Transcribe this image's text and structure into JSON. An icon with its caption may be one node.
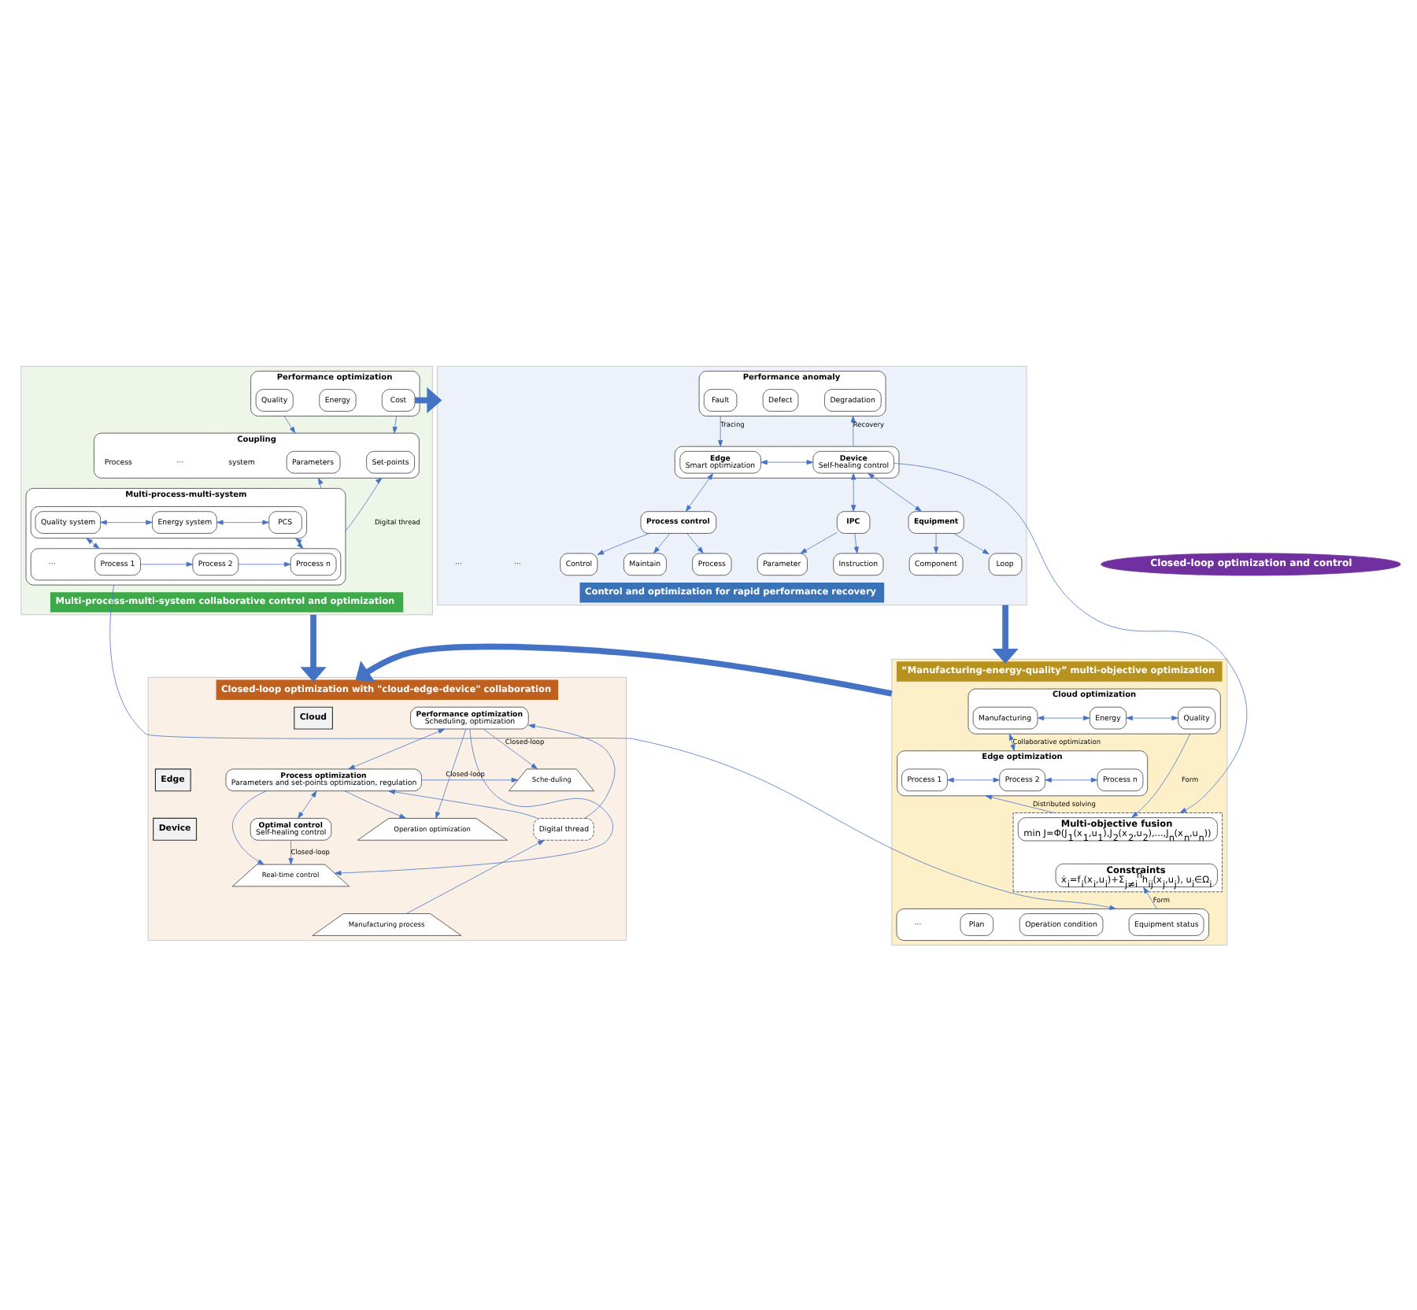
{
  "diagram": {
    "nodes": [
      {
        "text": [
          "Multi-process-multi-system collaborative control and optimization"
        ]
      },
      {
        "text": [
          "Performance optimization"
        ],
        "in": 0
      },
      {
        "text": [
          "Quality"
        ],
        "in": 1
      },
      {
        "text": [
          "Energy"
        ],
        "in": 1
      },
      {
        "text": [
          "Cost"
        ],
        "in": 1
      },
      {
        "text": [
          "Coupling"
        ],
        "in": 0
      },
      {
        "text": [
          "Parameters"
        ],
        "in": 5
      },
      {
        "text": [
          "Set-points"
        ],
        "in": 5
      },
      {
        "text": [
          "Multi-process-multi-system"
        ],
        "in": 0
      },
      {
        "text": [],
        "shape": "box",
        "in": 8
      },
      {
        "text": [
          "Quality system"
        ],
        "in": 9
      },
      {
        "text": [
          "Energy system"
        ],
        "in": 9
      },
      {
        "text": [
          "PCS"
        ],
        "in": 9
      },
      {
        "text": [],
        "shape": "box",
        "in": 8
      },
      {
        "text": [
          "Process 1"
        ],
        "in": 13
      },
      {
        "text": [
          "Process 2"
        ],
        "in": 13
      },
      {
        "text": [
          "Process n"
        ],
        "in": 13
      },
      {
        "text": [
          "Control and optimization for rapid performance recovery"
        ]
      },
      {
        "text": [
          "Performance anomaly"
        ],
        "in": 17
      },
      {
        "text": [
          "Fault"
        ],
        "in": 18
      },
      {
        "text": [
          "Defect"
        ],
        "in": 18
      },
      {
        "text": [
          "Degradation"
        ],
        "in": 18
      },
      {
        "text": [],
        "shape": "box",
        "in": 17
      },
      {
        "text": [
          "Edge",
          "Smart optimization"
        ],
        "in": 22
      },
      {
        "text": [
          "Device",
          "Self-healing control"
        ],
        "in": 22
      },
      {
        "text": [
          "Process control"
        ],
        "in": 17
      },
      {
        "text": [
          "IPC"
        ],
        "in": 17
      },
      {
        "text": [
          "Equipment"
        ],
        "in": 17
      },
      {
        "text": [
          "Maintain"
        ],
        "in": 17
      },
      {
        "text": [
          "Process"
        ],
        "in": 17
      },
      {
        "text": [
          "Control"
        ],
        "in": 17
      },
      {
        "text": [
          "Parameter"
        ],
        "in": 17
      },
      {
        "text": [
          "Instruction"
        ],
        "in": 17
      },
      {
        "text": [
          "Component"
        ],
        "in": 17
      },
      {
        "text": [
          "Loop"
        ],
        "in": 17
      },
      {
        "text": [
          "Closed-loop optimization and control"
        ]
      },
      {
        "text": [
          "Closed-loop optimization with \"cloud-edge-device\" collaboration"
        ]
      },
      {
        "text": [
          "Performance optimization",
          "Scheduling, optimization"
        ],
        "in": 36
      },
      {
        "text": [
          "Cloud"
        ],
        "in": 36
      },
      {
        "text": [
          "Process optimization",
          "Parameters and set-points optimization, regulation"
        ],
        "in": 36
      },
      {
        "text": [
          "Edge"
        ],
        "in": 36
      },
      {
        "text": [
          "Optimal control",
          "Self-healing control"
        ],
        "in": 36
      },
      {
        "text": [
          "Device"
        ],
        "in": 36
      },
      {
        "text": [
          "Digital thread"
        ],
        "in": 36
      },
      {
        "text": [
          "Sche-duling"
        ],
        "in": 36
      },
      {
        "text": [
          "Operation optimization"
        ],
        "in": 36
      },
      {
        "text": [
          "Real-time control"
        ],
        "in": 36
      },
      {
        "text": [
          "Manufacturing process"
        ],
        "in": 36
      },
      {
        "text": [
          "“Manufacturing-energy-quality” multi-objective optimization"
        ]
      },
      {
        "text": [
          "Cloud optimization"
        ],
        "in": 48
      },
      {
        "text": [
          "Manufacturing"
        ],
        "in": 49
      },
      {
        "text": [
          "Energy"
        ],
        "in": 49
      },
      {
        "text": [
          "Quality"
        ],
        "in": 49
      },
      {
        "text": [
          "Edge optimization"
        ],
        "in": 48
      },
      {
        "text": [
          "Process 1"
        ],
        "in": 53
      },
      {
        "text": [
          "Process 2"
        ],
        "in": 53
      },
      {
        "text": [
          "Process n"
        ],
        "in": 53
      },
      {
        "text": [],
        "shape": "box",
        "in": 48
      },
      {
        "text": [
          "Multi-objective fusion",
          "min J=Φ(J$_{1}$(x$_{1}$,u$_{1}$),J$_{2}$(x$_{2}$,u$_{2}$),...,J$_{n}$(x$_{n}$,u$_{n}$))"
        ],
        "in": 57
      },
      {
        "text": [
          "Constraints",
          "ẋ$_{i}$=f$_{i}$(x$_{i}$,u$_{i}$)+Σ$_{j≠i}$$^{n}$h$_{ij}$(x$_{j}$,u$_{j}$), u$_{i}$∈Ω$_{i}$"
        ],
        "in": 57
      },
      {
        "text": [],
        "shape": "box",
        "in": 48
      },
      {
        "text": [
          "Equipment status"
        ],
        "in": 60
      },
      {
        "text": [
          "Operation condition"
        ],
        "in": 60
      },
      {
        "text": [
          "Plan"
        ],
        "in": 60
      }
    ],
    "edges": [
      {
        "from": 1,
        "to": 5,
        "arrow": "to"
      },
      {
        "from": 1,
        "to": 5,
        "arrow": "to"
      },
      {
        "from": 8,
        "to": 5,
        "arrow": "to"
      },
      {
        "from": 8,
        "to": 5,
        "arrow": "to",
        "label": "Digital thread"
      },
      {
        "from": 10,
        "to": 11,
        "arrow": "both"
      },
      {
        "from": 11,
        "to": 12,
        "arrow": "both"
      },
      {
        "from": 9,
        "to": 13,
        "arrow": "both"
      },
      {
        "from": 9,
        "to": 13,
        "arrow": "both"
      },
      {
        "from": 14,
        "to": 15,
        "arrow": "to"
      },
      {
        "from": 15,
        "to": 16,
        "arrow": "to"
      },
      {
        "from": 18,
        "to": 22,
        "arrow": "to",
        "label": "Tracing"
      },
      {
        "from": 22,
        "to": 18,
        "arrow": "to",
        "label": "Recovery"
      },
      {
        "from": 23,
        "to": 24,
        "arrow": "both"
      },
      {
        "from": 23,
        "to": 25,
        "arrow": "both"
      },
      {
        "from": 24,
        "to": 26,
        "arrow": "both"
      },
      {
        "from": 24,
        "to": 27,
        "arrow": "both"
      },
      {
        "from": 25,
        "to": 28,
        "arrow": "to"
      },
      {
        "from": 25,
        "to": 29,
        "arrow": "to"
      },
      {
        "from": 25,
        "to": 30,
        "arrow": "to"
      },
      {
        "from": 26,
        "to": 31,
        "arrow": "to"
      },
      {
        "from": 26,
        "to": 32,
        "arrow": "to"
      },
      {
        "from": 27,
        "to": 33,
        "arrow": "to"
      },
      {
        "from": 27,
        "to": 34,
        "arrow": "to"
      },
      {
        "from": 0,
        "to": 17,
        "arrow": "to",
        "style": "thick"
      },
      {
        "from": 0,
        "to": 36,
        "arrow": "to",
        "style": "thick"
      },
      {
        "from": 17,
        "to": 48,
        "arrow": "to",
        "style": "thick"
      },
      {
        "from": 48,
        "to": 36,
        "arrow": "to",
        "style": "thick"
      },
      {
        "from": 37,
        "to": 39,
        "arrow": "both"
      },
      {
        "from": 39,
        "to": 41,
        "arrow": "both"
      },
      {
        "from": 43,
        "to": 37,
        "arrow": "to"
      },
      {
        "from": 43,
        "to": 39,
        "arrow": "to"
      },
      {
        "from": 47,
        "to": 43,
        "arrow": "to"
      },
      {
        "from": 37,
        "to": 44,
        "arrow": "to",
        "label": "Closed-loop"
      },
      {
        "from": 37,
        "to": 45,
        "arrow": "to"
      },
      {
        "from": 37,
        "to": 46,
        "arrow": "to"
      },
      {
        "from": 39,
        "to": 44,
        "arrow": "to",
        "label": "Closed-loop"
      },
      {
        "from": 39,
        "to": 45,
        "arrow": "to"
      },
      {
        "from": 39,
        "to": 46,
        "arrow": "to"
      },
      {
        "from": 41,
        "to": 46,
        "arrow": "to",
        "label": "Closed-loop"
      },
      {
        "from": 50,
        "to": 51,
        "arrow": "both"
      },
      {
        "from": 51,
        "to": 52,
        "arrow": "both"
      },
      {
        "from": 49,
        "to": 53,
        "arrow": "both",
        "label": "Collaborative optimization"
      },
      {
        "from": 54,
        "to": 55,
        "arrow": "both"
      },
      {
        "from": 55,
        "to": 56,
        "arrow": "both"
      },
      {
        "from": 49,
        "to": 58,
        "arrow": "to",
        "label": "Form"
      },
      {
        "from": 60,
        "to": 59,
        "arrow": "to",
        "label": "Form"
      },
      {
        "from": 57,
        "to": 53,
        "arrow": "to",
        "label": "Distributed solving"
      },
      {
        "from": 24,
        "to": 57,
        "arrow": "to"
      },
      {
        "from": 8,
        "to": 60,
        "arrow": "to"
      }
    ],
    "labels": [
      "system",
      "···",
      "Process",
      "···",
      "···",
      "···",
      "···"
    ]
  }
}
